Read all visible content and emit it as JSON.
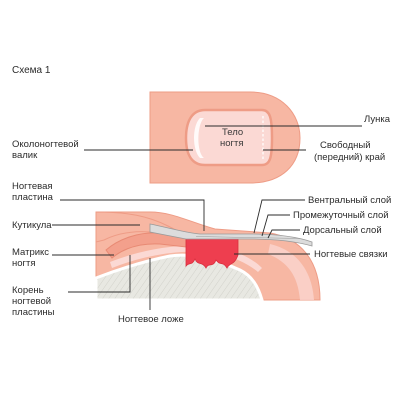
{
  "title": "Схема 1",
  "labels": {
    "lunula": "Лунка",
    "nail_fold": [
      "Околоногтевой",
      "валик"
    ],
    "nail_body": [
      "Тело",
      "ногтя"
    ],
    "free_edge": [
      "Свободный",
      "(передний) край"
    ],
    "nail_plate": [
      "Ногтевая",
      "пластина"
    ],
    "ventral_layer": "Вентральный слой",
    "intermediate_layer": "Промежуточный слой",
    "dorsal_layer": "Дорсальный слой",
    "cuticle": "Кутикула",
    "nail_ligaments": "Ногтевые связки",
    "matrix": [
      "Матрикс",
      "ногтя"
    ],
    "nail_root": [
      "Корень",
      "ногтевой",
      "пластины"
    ],
    "nail_bed": "Ногтевое ложе"
  },
  "colors": {
    "skin": "#f7b7a3",
    "skin_dark": "#ee9c86",
    "skin_outline": "#e88a74",
    "nail": "#fbd9d4",
    "ligaments": "#ee3e4f",
    "bone": "#e6e6e0",
    "bone_hatch": "#cfcfc8",
    "plate_layers": "#dcdcdc"
  }
}
